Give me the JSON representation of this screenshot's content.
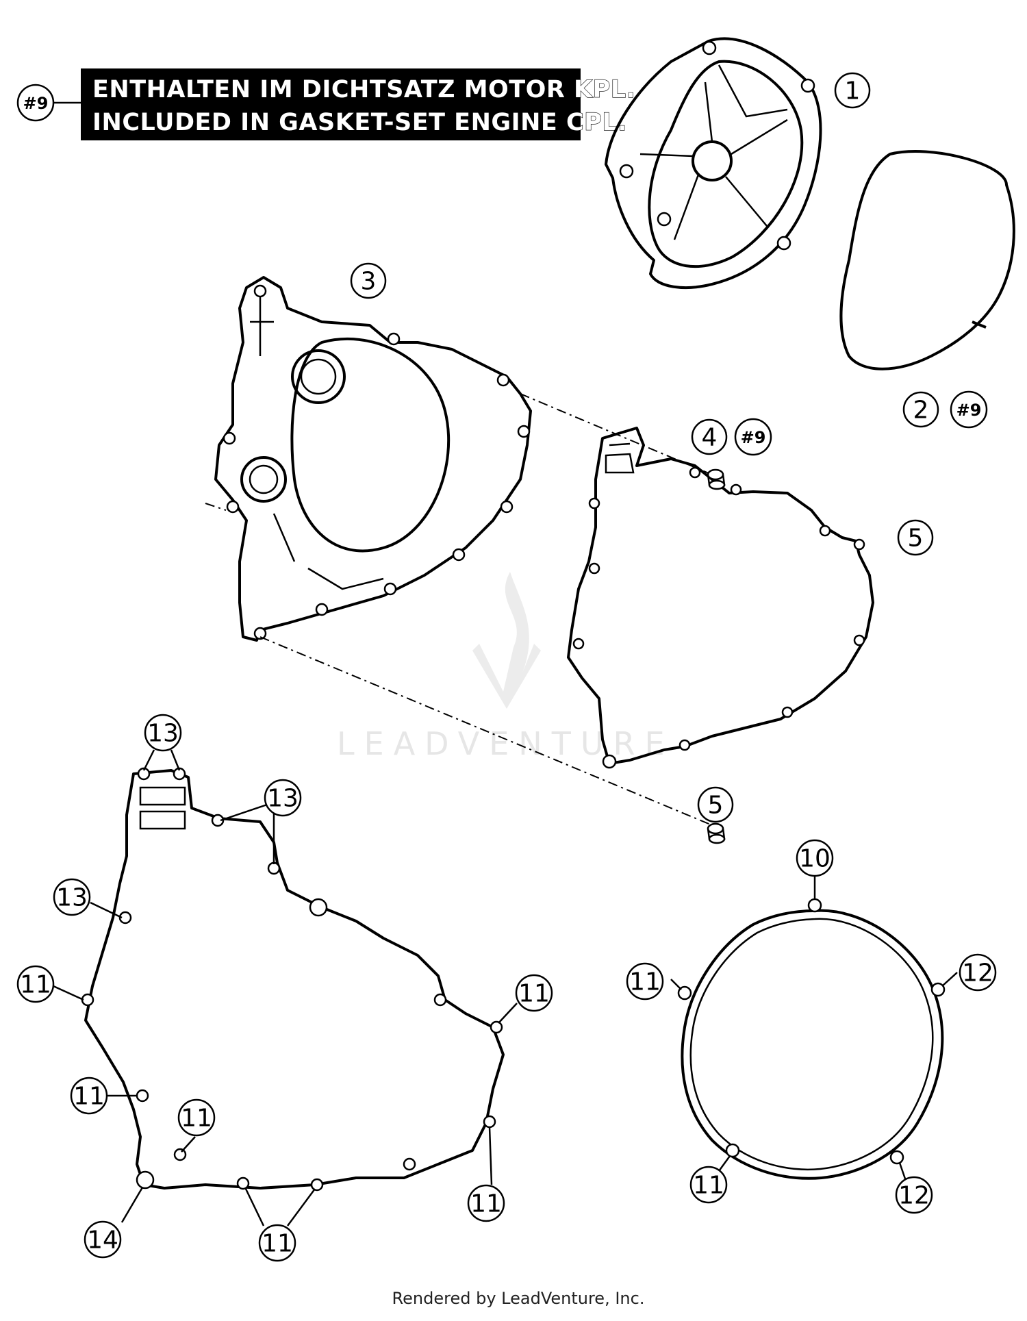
{
  "note": {
    "ref": "#9",
    "line1": "ENTHALTEN IM DICHTSATZ MOTOR KPL.",
    "line2": "INCLUDED IN GASKET-SET ENGINE CPL."
  },
  "callouts": {
    "c1": "1",
    "c2": "2",
    "c2_ref": "#9",
    "c3": "3",
    "c4": "4",
    "c4_ref": "#9",
    "c5_top": "5",
    "c5_bottom": "5",
    "left_13a": "13",
    "left_13b": "13",
    "left_13c": "13",
    "left_11a": "11",
    "left_11b": "11",
    "left_11c": "11",
    "left_11d": "11",
    "left_11e": "11",
    "left_11f": "11",
    "left_14": "14",
    "right_10": "10",
    "right_11a": "11",
    "right_11b": "11",
    "right_12a": "12",
    "right_12b": "12"
  },
  "watermark": "LEADVENTURE",
  "footer": "Rendered by LeadVenture, Inc."
}
